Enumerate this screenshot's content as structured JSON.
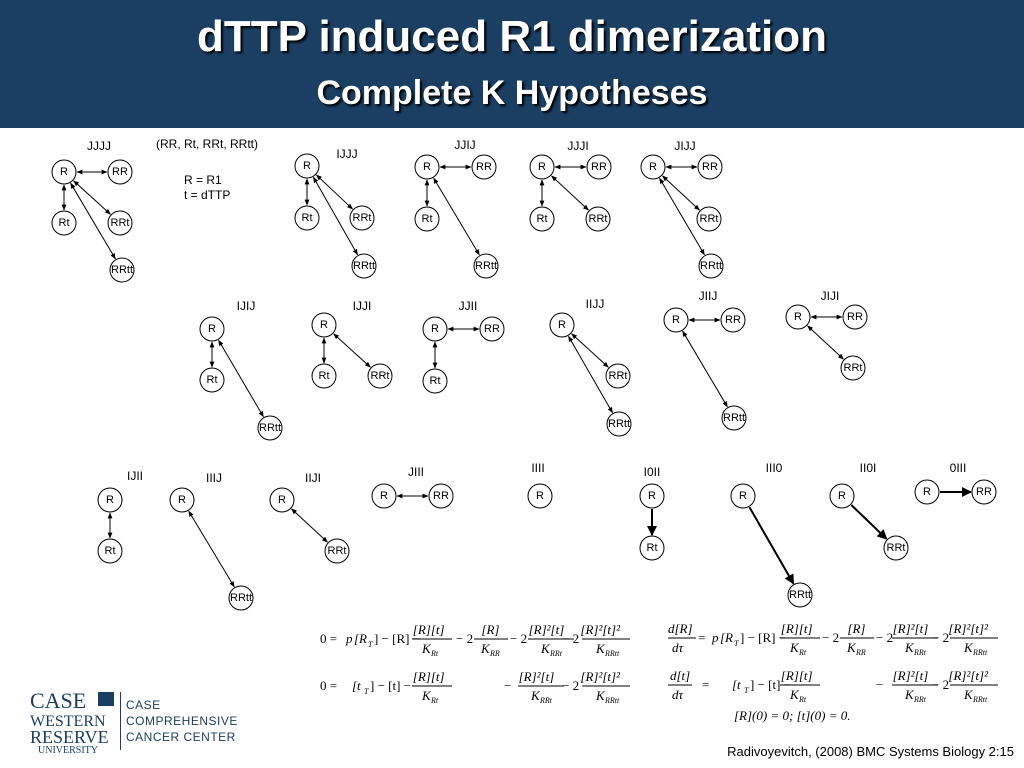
{
  "slide": {
    "title": "dTTP induced R1 dimerization",
    "subtitle": "Complete K Hypotheses"
  },
  "notes": {
    "species": "(RR, Rt, RRt, RRtt)",
    "def_r": "R = R1",
    "def_t": "t = dTTP"
  },
  "colors": {
    "header": "#1b3f63",
    "text_on_header": "#ffffff"
  },
  "nodes": {
    "R": "R",
    "RR": "RR",
    "Rt": "Rt",
    "RRt": "RRt",
    "RRtt": "RRtt"
  },
  "diagrams": [
    {
      "label": "JJJJ",
      "links": [
        "RR",
        "Rt",
        "RRt",
        "RRtt"
      ]
    },
    {
      "label": "IJJJ",
      "links": [
        "Rt",
        "RRt",
        "RRtt"
      ]
    },
    {
      "label": "JJIJ",
      "links": [
        "RR",
        "Rt",
        "RRtt"
      ]
    },
    {
      "label": "JJJI",
      "links": [
        "RR",
        "Rt",
        "RRt"
      ]
    },
    {
      "label": "JIJJ",
      "links": [
        "RR",
        "RRt",
        "RRtt"
      ]
    },
    {
      "label": "IJIJ",
      "links": [
        "Rt",
        "RRtt"
      ]
    },
    {
      "label": "IJJI",
      "links": [
        "Rt",
        "RRt"
      ]
    },
    {
      "label": "JJII",
      "links": [
        "RR",
        "Rt"
      ]
    },
    {
      "label": "IIJJ",
      "links": [
        "RRt",
        "RRtt"
      ]
    },
    {
      "label": "JIIJ",
      "links": [
        "RR",
        "RRtt"
      ]
    },
    {
      "label": "JIJI",
      "links": [
        "RR",
        "RRt"
      ]
    },
    {
      "label": "IJII",
      "links": [
        "Rt"
      ]
    },
    {
      "label": "IIIJ",
      "links": [
        "RRtt"
      ]
    },
    {
      "label": "IIJI",
      "links": [
        "RRt"
      ]
    },
    {
      "label": "JIII",
      "links": [
        "RR"
      ]
    },
    {
      "label": "IIII",
      "links": []
    },
    {
      "label": "I0II",
      "links": [
        "Rt"
      ],
      "directed": "Rt"
    },
    {
      "label": "III0",
      "links": [
        "RRtt"
      ],
      "directed": "RRtt"
    },
    {
      "label": "II0I",
      "links": [
        "RRt"
      ],
      "directed": "RRt"
    },
    {
      "label": "0III",
      "links": [
        "RR"
      ],
      "directed": "RR"
    }
  ],
  "equations": {
    "zero_eq": "0 =",
    "dR": "d[R]",
    "dtau": "dτ",
    "dt": "d[t]",
    "equals": "=",
    "p": "p",
    "RT": "[R",
    "T": "T",
    "minusR": "] − [R] −",
    "tT": "[t",
    "minust": "] − [t] −",
    "Rt_num": "[R][t]",
    "R2_num": "[R]",
    "two": "2",
    "minus2": "− 2",
    "minus": "−",
    "K": "K",
    "K_Rt": "Rt",
    "K_RR": "RR",
    "K_RRt": "RRt",
    "K_RRtt": "RRtt",
    "R2t_num": "[R]²[t]",
    "R2t2_num": "[R]²[t]²",
    "initial": "[R](0) = 0;    [t](0) = 0."
  },
  "logo": {
    "case": "CASE",
    "western": "WESTERN",
    "reserve": "RESERVE",
    "university": "UNIVERSITY",
    "right_line1": "CASE",
    "right_line2": "COMPREHENSIVE",
    "right_line3": "CANCER CENTER"
  },
  "citation": "Radivoyevitch, (2008) BMC Systems Biology 2:15"
}
